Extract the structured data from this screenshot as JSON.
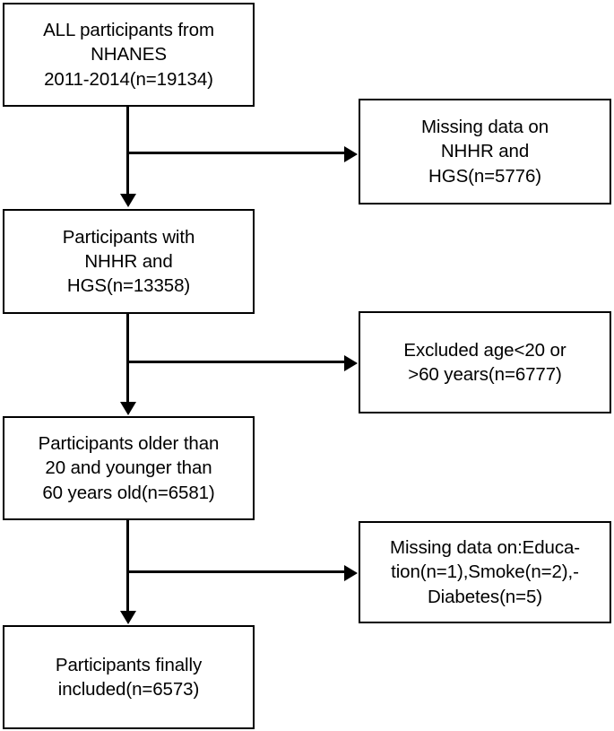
{
  "figure": {
    "type": "flowchart",
    "title": "NHANES participant selection flow diagram",
    "colors": {
      "background": "#ffffff",
      "stroke": "#000000",
      "text": "#000000"
    }
  },
  "nodes": {
    "all_participants": {
      "label": "ALL participants from\nNHANES\n2011-2014(n=19134)",
      "n": 19134
    },
    "with_nhhr_hgs": {
      "label": "Participants with\nNHHR and\nHGS(n=13358)",
      "n": 13358
    },
    "age_filtered": {
      "label": "Participants older than\n20 and younger than\n60 years old(n=6581)",
      "n": 6581
    },
    "final_included": {
      "label": "Participants finally\nincluded(n=6573)",
      "n": 6573
    },
    "missing_nhhr_hgs": {
      "label": "Missing data on\nNHHR and\nHGS(n=5776)",
      "n": 5776
    },
    "excluded_age": {
      "label": "Excluded age<20 or\n>60 years(n=6777)",
      "n": 6777
    },
    "missing_covariates": {
      "label": "Missing data on:Educa-\ntion(n=1),Smoke(n=2),-\nDiabetes(n=5)",
      "n_education": 1,
      "n_smoke": 2,
      "n_diabetes": 5
    }
  },
  "connectors": [
    {
      "name": "flow-1",
      "from": "all_participants",
      "to": "with_nhhr_hgs",
      "branch_to": "missing_nhhr_hgs"
    },
    {
      "name": "flow-2",
      "from": "with_nhhr_hgs",
      "to": "age_filtered",
      "branch_to": "excluded_age"
    },
    {
      "name": "flow-3",
      "from": "age_filtered",
      "to": "final_included",
      "branch_to": "missing_covariates"
    }
  ]
}
